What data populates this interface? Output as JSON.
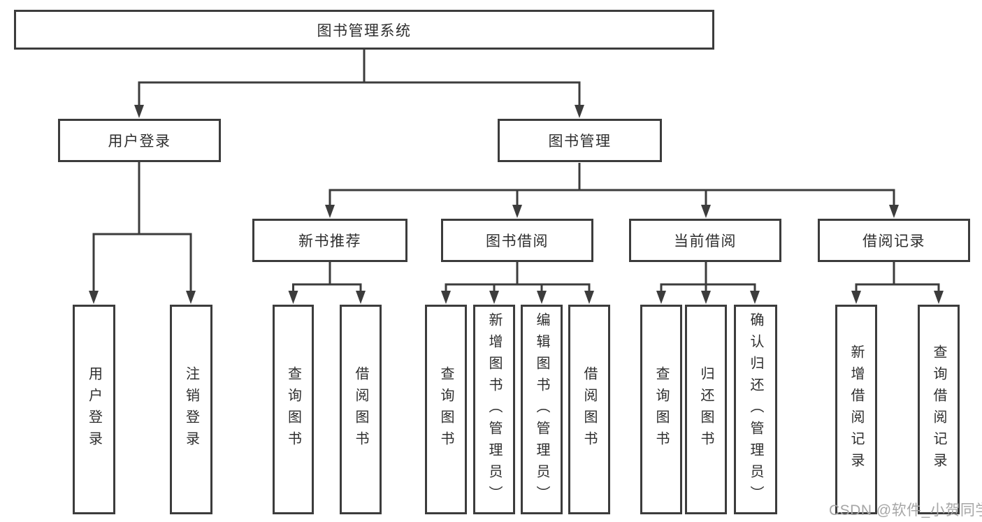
{
  "colors": {
    "background": "#ffffff",
    "line": "#3c3c3c",
    "box_border": "#3c3c3c",
    "box_fill": "#ffffff",
    "text": "#2e2e2e",
    "watermark": "#a6a6a6"
  },
  "nodes": {
    "root": {
      "label": "图书管理系统"
    },
    "level2": [
      {
        "label": "用户登录"
      },
      {
        "label": "图书管理"
      }
    ],
    "level3": [
      {
        "label": "新书推荐"
      },
      {
        "label": "图书借阅"
      },
      {
        "label": "当前借阅"
      },
      {
        "label": "借阅记录"
      }
    ],
    "leaves": [
      {
        "label": "用户登录",
        "parent": "用户登录"
      },
      {
        "label": "注销登录",
        "parent": "用户登录"
      },
      {
        "label": "查询图书",
        "parent": "新书推荐"
      },
      {
        "label": "借阅图书",
        "parent": "新书推荐"
      },
      {
        "label": "查询图书",
        "parent": "图书借阅"
      },
      {
        "label": "新增图书（管理员）",
        "parent": "图书借阅"
      },
      {
        "label": "编辑图书（管理员）",
        "parent": "图书借阅"
      },
      {
        "label": "借阅图书",
        "parent": "图书借阅"
      },
      {
        "label": "查询图书",
        "parent": "当前借阅"
      },
      {
        "label": "归还图书",
        "parent": "当前借阅"
      },
      {
        "label": "确认归还（管理员）",
        "parent": "当前借阅"
      },
      {
        "label": "新增借阅记录",
        "parent": "借阅记录"
      },
      {
        "label": "查询借阅记录",
        "parent": "借阅记录"
      }
    ]
  },
  "watermark": {
    "text": "CSDN @软件_小贺同学"
  }
}
